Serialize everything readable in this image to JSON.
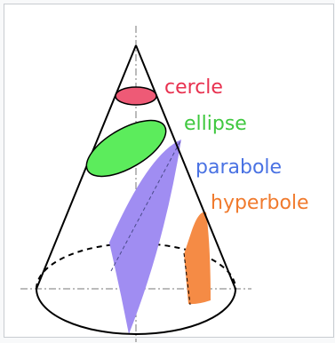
{
  "labels": {
    "circle": "cercle",
    "ellipse": "ellipse",
    "parabola": "parabole",
    "hyperbola": "hyperbole"
  },
  "colors": {
    "circle": "#e8314f",
    "ellipse": "#3fc83f",
    "parabola": "#4a72e3",
    "hyperbola": "#f07a2d",
    "circle_fill": "#ee5a76",
    "ellipse_fill": "#5cec5c",
    "parabola_fill": "#a08df2",
    "hyperbola_fill": "#f58b45"
  }
}
